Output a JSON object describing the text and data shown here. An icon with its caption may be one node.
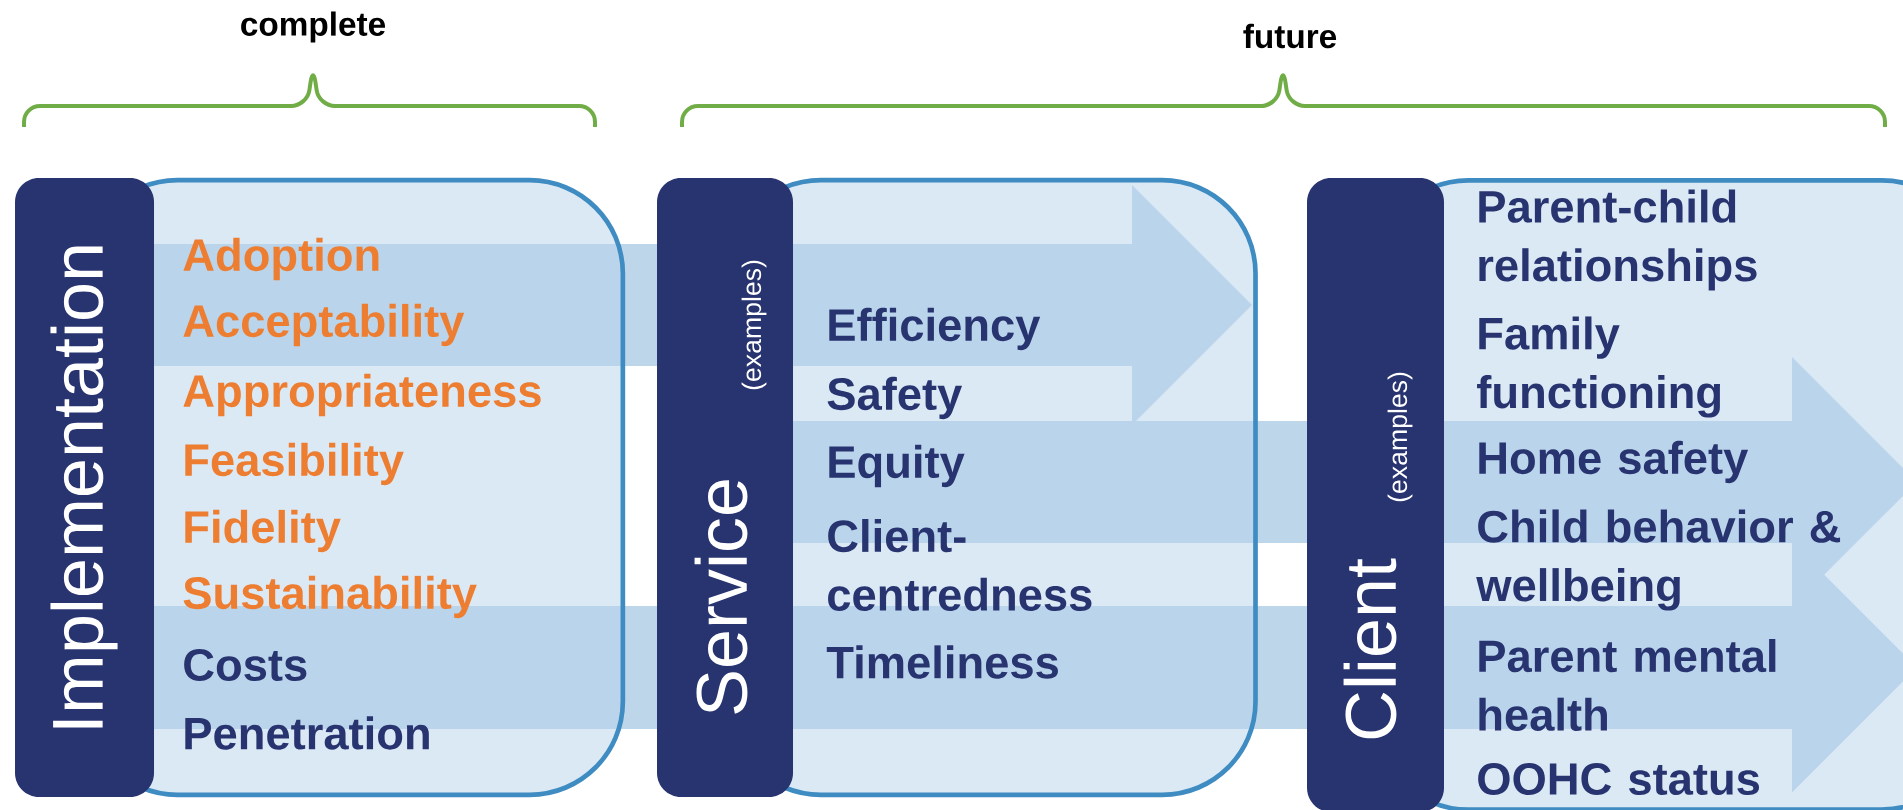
{
  "diagram": {
    "nodes": [
      {
        "text": [
          "Implementation",
          "Adoption",
          "Acceptability",
          "Appropriateness",
          "Feasibility",
          "Fidelity",
          "Sustainability",
          "Costs",
          "Penetration"
        ]
      },
      {
        "text": [
          "Service",
          "(examples)",
          "Efficiency",
          "Safety",
          "Equity",
          "Client-centredness",
          "Timeliness"
        ]
      },
      {
        "text": [
          "Client",
          "(examples)",
          "Parent-child relationships",
          "Family functioning",
          "Home safety",
          "Child behavior & wellbeing",
          "Parent mental health",
          "OOHC status"
        ]
      }
    ],
    "edges": [
      {
        "from": 0,
        "to": 1,
        "arrow": "to"
      },
      {
        "from": 1,
        "to": 2,
        "arrow": "to"
      },
      {
        "from": 0,
        "to": 2,
        "arrow": "to"
      }
    ],
    "labels": [
      "complete",
      "future"
    ]
  }
}
